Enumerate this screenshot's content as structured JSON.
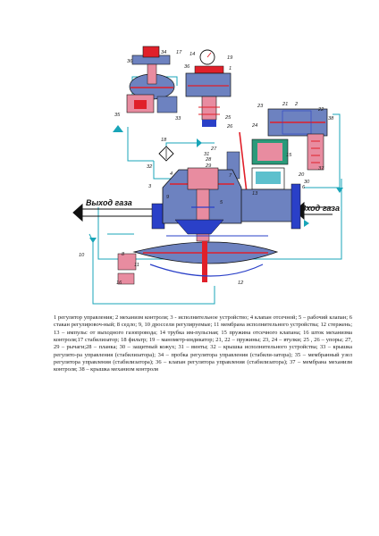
{
  "diagram": {
    "inlet_label": "Вход газа",
    "outlet_label": "Выход газа",
    "part_numbers": [
      "34",
      "17",
      "14",
      "19",
      "36",
      "36",
      "1",
      "35",
      "33",
      "25",
      "18",
      "26",
      "24",
      "23",
      "21",
      "2",
      "22",
      "38",
      "27",
      "28",
      "29",
      "31",
      "32",
      "3",
      "4",
      "7",
      "9",
      "30",
      "20",
      "37",
      "6",
      "5",
      "15",
      "13",
      "10",
      "8",
      "11",
      "12",
      "16"
    ],
    "colors": {
      "red": "#e0202a",
      "blue": "#2a40c8",
      "cyan": "#18a5b8",
      "steel": "#6d82c0",
      "pink": "#e88ca0",
      "teal": "#2a9a7a"
    }
  },
  "caption": "1   регулятор управления; 2   механизм контроля; 3 - исполнительное устройство; 4   клапан отсечной; 5 – рабочий клапан; 6   стакан регулировоч-ный; 8   седло; 9, 10   дроссели регулируемые; 11   мембрана исполнительного устройства; 12   стержень; 13 – импульс от выходного газопровода; 14   трубка им-пульсная; 15   пружина отсечного клапана; 16   шток механизма контроля;17   стабилизатор; 18  фильтр; 19 – манометр-индикатор; 21, 22 – пружины; 23, 24 – втулки; 25 , 26 – упоры; 27, 29 – рычаги;28 – планка; 30 – защитный кожух; 31 – винты; 32 – крышка исполнительного устройства; 33 – крышка регулято-ра управления (стабилизатора); 34 – пробка регулятора управления (стабили-затора); 35 – мембранный узел регулятора управления (стабилизатора); 36 – клапан регулятора управления (стабилизатора); 37 – мембрана механизм контроля; 38 – крышка механизм контроля"
}
